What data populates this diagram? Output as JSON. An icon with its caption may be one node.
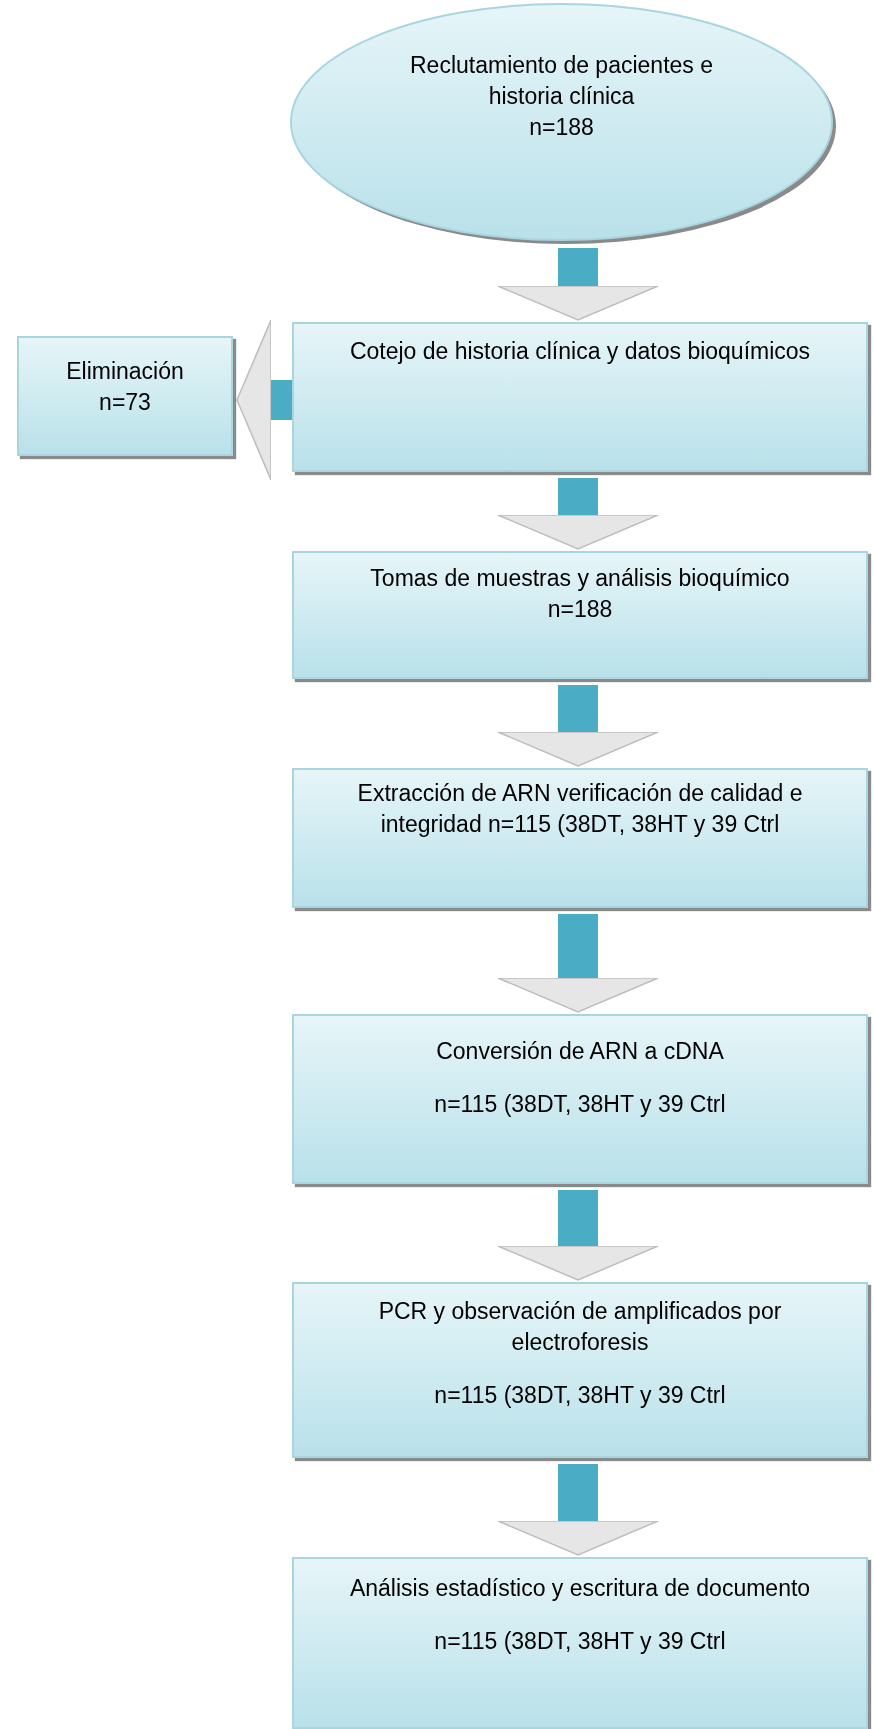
{
  "diagram": {
    "nodes": [
      {
        "text": [
          "Reclutamiento de pacientes e historia clínica",
          "n=188"
        ]
      },
      {
        "text": [
          "Cotejo de historia clínica y datos bioquímicos"
        ]
      },
      {
        "text": [
          "Eliminación",
          "n=73"
        ]
      },
      {
        "text": [
          "Tomas de muestras y análisis bioquímico",
          "n=188"
        ]
      },
      {
        "text": [
          "Extracción de ARN verificación de calidad e integridad n=115 (38DT, 38HT y 39 Ctrl"
        ]
      },
      {
        "text": [
          "Conversión de ARN a cDNA",
          "n=115 (38DT, 38HT y 39 Ctrl"
        ]
      },
      {
        "text": [
          "PCR y observación de amplificados por electroforesis",
          "n=115 (38DT, 38HT y 39 Ctrl"
        ]
      },
      {
        "text": [
          "Análisis estadístico y escritura de documento",
          "n=115 (38DT, 38HT y 39 Ctrl"
        ]
      }
    ],
    "edges": [
      {
        "from": 0,
        "to": 1,
        "arrow": "to"
      },
      {
        "from": 1,
        "to": 2,
        "arrow": "to"
      },
      {
        "from": 1,
        "to": 3,
        "arrow": "to"
      },
      {
        "from": 3,
        "to": 4,
        "arrow": "to"
      },
      {
        "from": 4,
        "to": 5,
        "arrow": "to"
      },
      {
        "from": 5,
        "to": 6,
        "arrow": "to"
      },
      {
        "from": 6,
        "to": 7,
        "arrow": "to"
      }
    ]
  }
}
